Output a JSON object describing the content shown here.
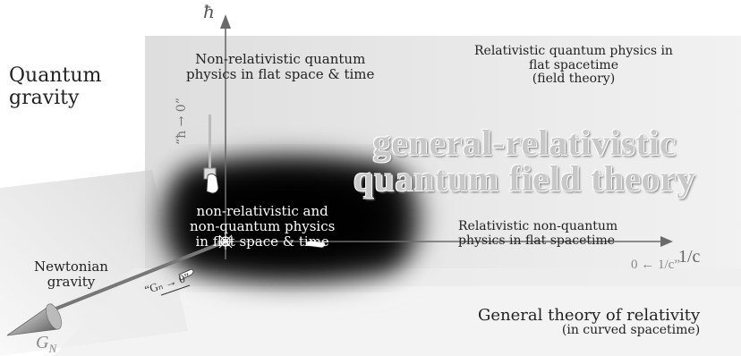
{
  "axes": {
    "hbar": "ħ",
    "inv_c": "1/c",
    "g_n": "G_N"
  },
  "regions": {
    "quantum_gravity": "Quantum\ngravity",
    "relativistic_quantum_flat": "Relativistic quantum physics in\nflat spacetime\n(field theory)",
    "nonrelativistic_quantum_flat": "Non-relativistic quantum\nphysics in flat space & time",
    "general_relativistic_qft": "general-relativistic\nquantum field theory",
    "nonrel_nonquantum_flat": "non-relativistic and\nnon-quantum physics\nin flat space & time",
    "relativistic_nonquantum_flat": "Relativistic non-quantum\nphysics in flat spacetime",
    "newtonian_gravity": "Newtonian\ngravity",
    "general_relativity_title": "General theory of relativity",
    "general_relativity_sub": "(in curved spacetime)"
  },
  "limits": {
    "hbar_to_zero": "“ħ → 0”",
    "inv_c_to_zero": "0 ← 1/c”",
    "g_n_to_zero": "“Gₙ → 0”"
  },
  "colors": {
    "axis": "#6a6a6a",
    "plane": "#e6e6e6",
    "origin_shadow": "#111111"
  }
}
